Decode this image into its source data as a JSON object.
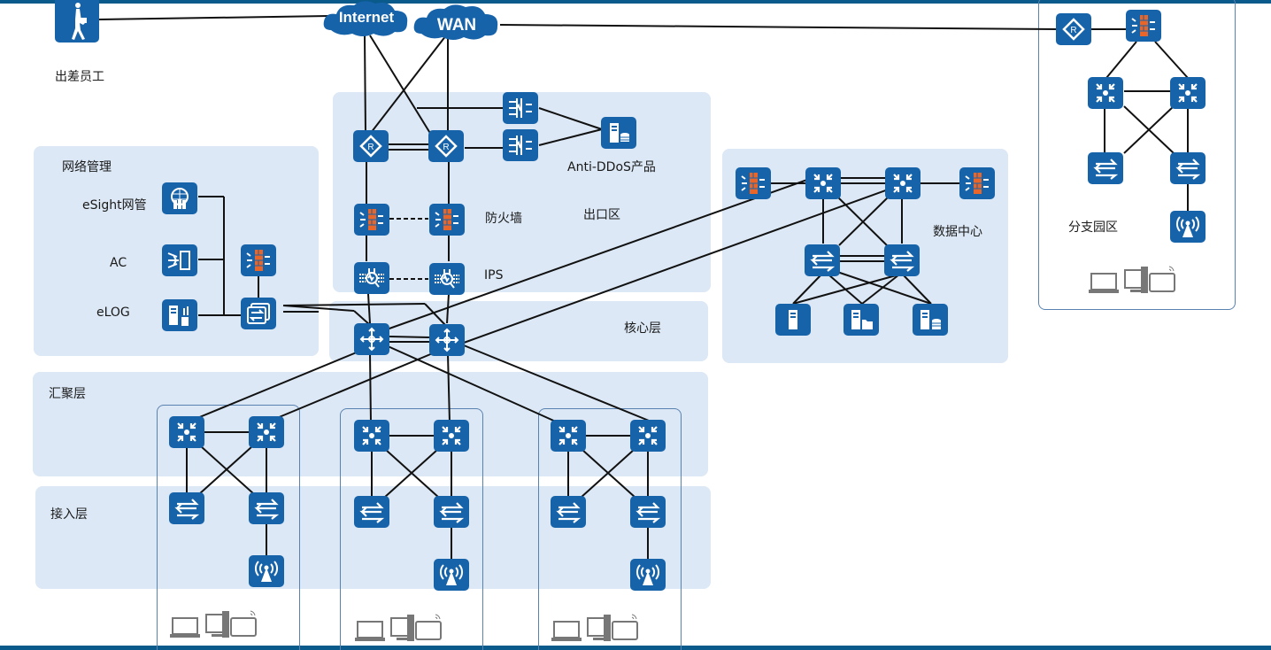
{
  "title": "企业园区网络拓扑",
  "colors": {
    "device": "#1663aa",
    "zone": "#dce8f5",
    "bar": "#0a5a8c",
    "firewall_brick": "#e8662a",
    "endpoint": "#777777"
  },
  "clouds": {
    "internet": "Internet",
    "wan": "WAN"
  },
  "remote_user": {
    "label": "出差员工",
    "icon": "walking-person-icon"
  },
  "zones": {
    "egress": {
      "label": "出口区",
      "firewall_label": "防火墙",
      "ips_label": "IPS",
      "antiddos_label": "Anti-DDoS产品"
    },
    "management": {
      "label": "网络管理",
      "items": [
        {
          "label": "eSight网管",
          "icon": "esight-server-icon"
        },
        {
          "label": "AC",
          "icon": "access-controller-icon"
        },
        {
          "label": "eLOG",
          "icon": "elog-server-icon"
        }
      ]
    },
    "core": {
      "label": "核心层"
    },
    "aggregation": {
      "label": "汇聚层"
    },
    "access": {
      "label": "接入层"
    },
    "datacenter": {
      "label": "数据中心"
    },
    "branch": {
      "label": "分支园区"
    }
  },
  "device_types": [
    "router",
    "firewall",
    "ips",
    "anti-ddos",
    "core-switch",
    "aggregation-switch",
    "access-switch",
    "wireless-ap",
    "server",
    "file-server",
    "database-server",
    "terminals"
  ]
}
